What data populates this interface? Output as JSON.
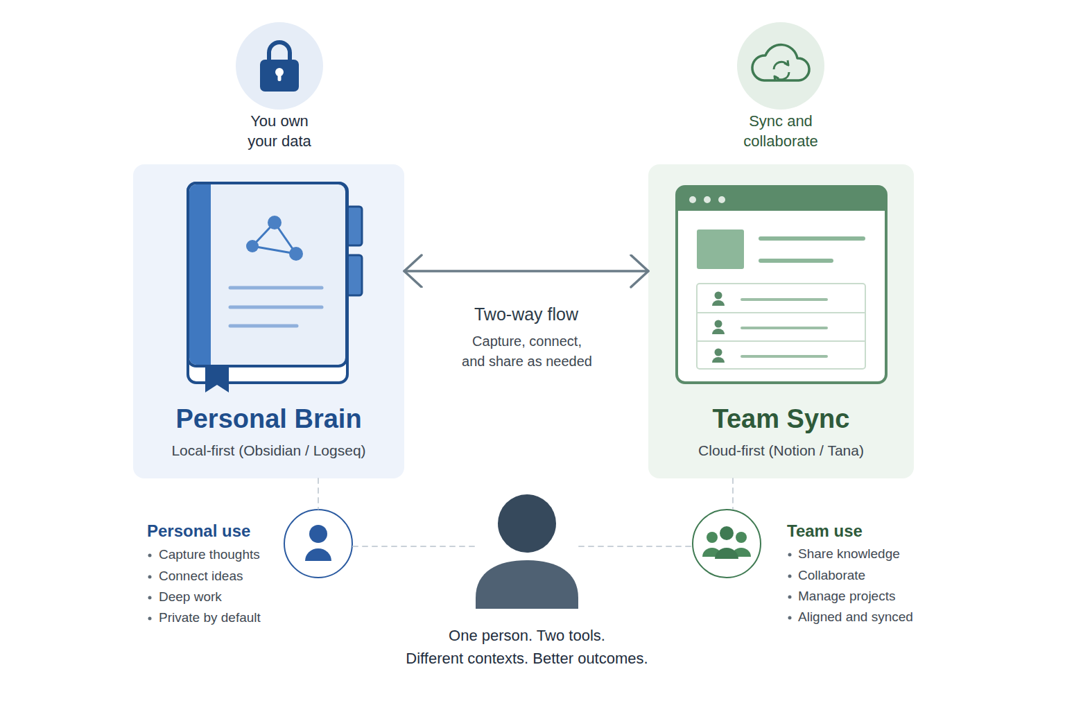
{
  "diagram": {
    "nodes": [
      {
        "text": [
          "You own your data"
        ]
      },
      {
        "text": [
          "Sync and collaborate"
        ]
      },
      {
        "text": [
          "Personal Brain",
          "Local-first (Obsidian / Logseq)"
        ]
      },
      {
        "text": [
          "Team Sync",
          "Cloud-first (Notion / Tana)"
        ]
      },
      {
        "text": [
          "Personal use",
          "Capture thoughts",
          "Connect ideas",
          "Deep work",
          "Private by default"
        ]
      },
      {
        "text": [
          "One person. Two tools.",
          "Different contexts. Better outcomes."
        ]
      },
      {
        "text": [
          "Team use",
          "Share knowledge",
          "Collaborate",
          "Manage projects",
          "Aligned and synced"
        ]
      }
    ],
    "edges": [
      {
        "from": 2,
        "to": 3,
        "arrow": "both",
        "label": "Two-way flow"
      },
      {
        "from": 2,
        "to": 4,
        "arrow": "none"
      },
      {
        "from": 4,
        "to": 5,
        "arrow": "none"
      },
      {
        "from": 5,
        "to": 6,
        "arrow": "none"
      },
      {
        "from": 3,
        "to": 6,
        "arrow": "none"
      }
    ],
    "labels": [
      "Capture, connect, and share as needed"
    ]
  }
}
